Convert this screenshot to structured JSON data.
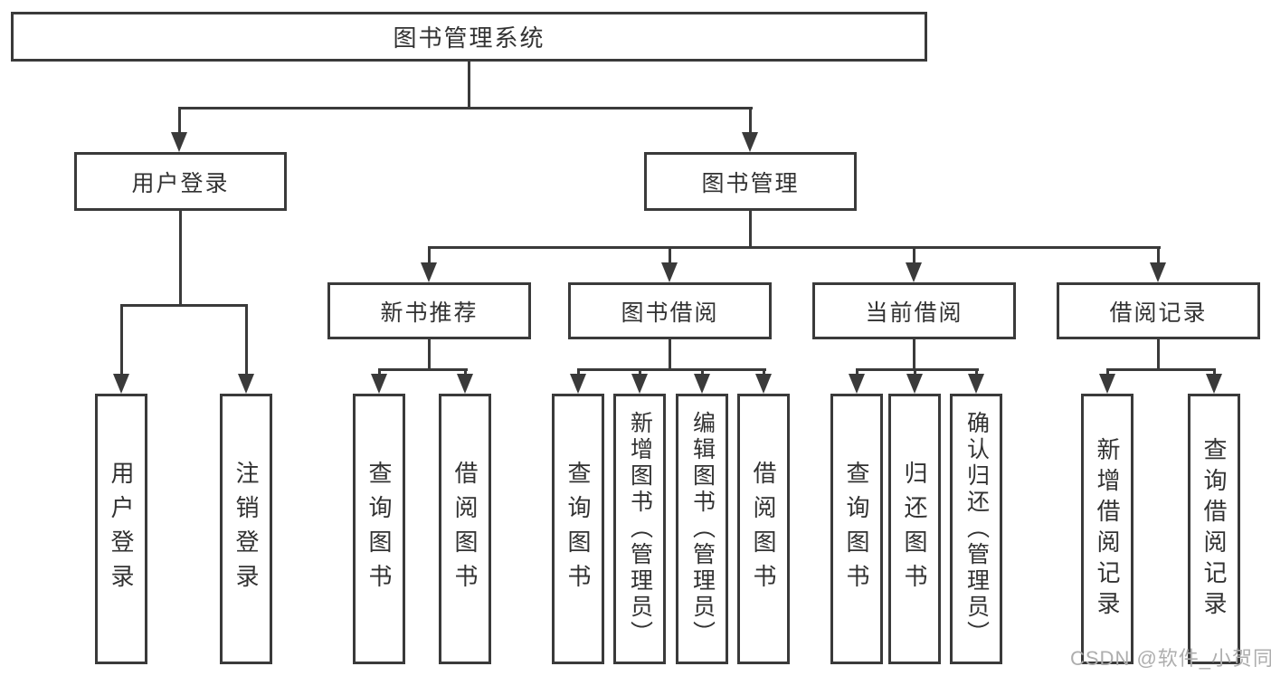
{
  "diagram_title": "图书管理系统",
  "tree": {
    "root": "图书管理系统",
    "branches": [
      {
        "label": "用户登录",
        "children": [
          "用户登录",
          "注销登录"
        ]
      },
      {
        "label": "图书管理",
        "children": [
          {
            "label": "新书推荐",
            "children": [
              "查询图书",
              "借阅图书"
            ]
          },
          {
            "label": "图书借阅",
            "children": [
              "查询图书",
              "新增图书（管理员）",
              "编辑图书（管理员）",
              "借阅图书"
            ]
          },
          {
            "label": "当前借阅",
            "children": [
              "查询图书",
              "归还图书",
              "确认归还（管理员）"
            ]
          },
          {
            "label": "借阅记录",
            "children": [
              "新增借阅记录",
              "查询借阅记录"
            ]
          }
        ]
      }
    ]
  },
  "watermark": {
    "text": "CSDN @软件_小贺同学"
  },
  "colors": {
    "line": "#3a3a3a",
    "box_border": "#3a3a3a",
    "text": "#323232",
    "watermark": "#aeaeae",
    "background": "#ffffff"
  }
}
